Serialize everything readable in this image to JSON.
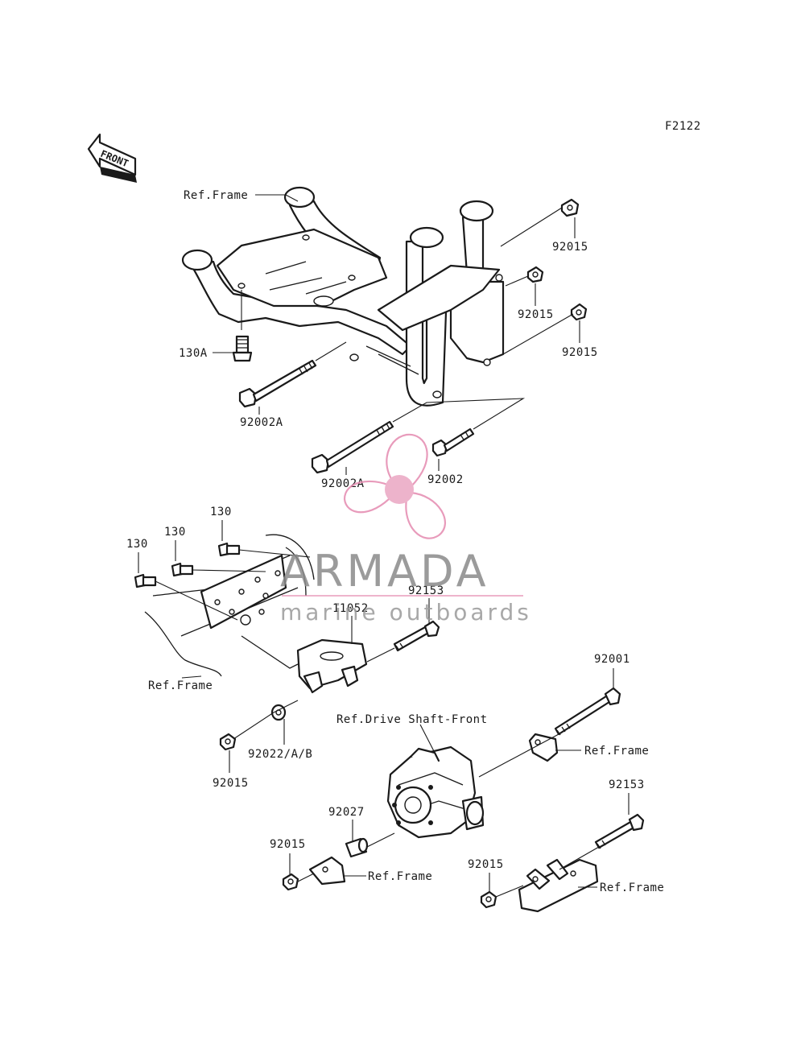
{
  "figure_code": "F2122",
  "front_arrow": {
    "text": "FRONT"
  },
  "callouts": [
    {
      "id": "ref-frame-top",
      "text": "Ref.Frame"
    },
    {
      "id": "92015-a",
      "text": "92015"
    },
    {
      "id": "92015-b",
      "text": "92015"
    },
    {
      "id": "92015-c",
      "text": "92015"
    },
    {
      "id": "130A",
      "text": "130A"
    },
    {
      "id": "92002A-a",
      "text": "92002A"
    },
    {
      "id": "92002A-b",
      "text": "92002A"
    },
    {
      "id": "92002",
      "text": "92002"
    },
    {
      "id": "130-a",
      "text": "130"
    },
    {
      "id": "130-b",
      "text": "130"
    },
    {
      "id": "130-c",
      "text": "130"
    },
    {
      "id": "92153-a",
      "text": "92153"
    },
    {
      "id": "11052",
      "text": "11052"
    },
    {
      "id": "ref-frame-left",
      "text": "Ref.Frame"
    },
    {
      "id": "92001",
      "text": "92001"
    },
    {
      "id": "ref-drive-shaft",
      "text": "Ref.Drive Shaft-Front"
    },
    {
      "id": "ref-frame-right",
      "text": "Ref.Frame"
    },
    {
      "id": "92022",
      "text": "92022/A/B"
    },
    {
      "id": "92015-d",
      "text": "92015"
    },
    {
      "id": "92153-b",
      "text": "92153"
    },
    {
      "id": "92027",
      "text": "92027"
    },
    {
      "id": "92015-e",
      "text": "92015"
    },
    {
      "id": "ref-frame-bottom",
      "text": "Ref.Frame"
    },
    {
      "id": "92015-f",
      "text": "92015"
    },
    {
      "id": "ref-frame-bottom-right",
      "text": "Ref.Frame"
    }
  ],
  "watermark": {
    "title": "ARMADA",
    "subtitle": "marine outboards",
    "color_prop": "#e58ab0",
    "color_text": "#8a8a8a"
  }
}
